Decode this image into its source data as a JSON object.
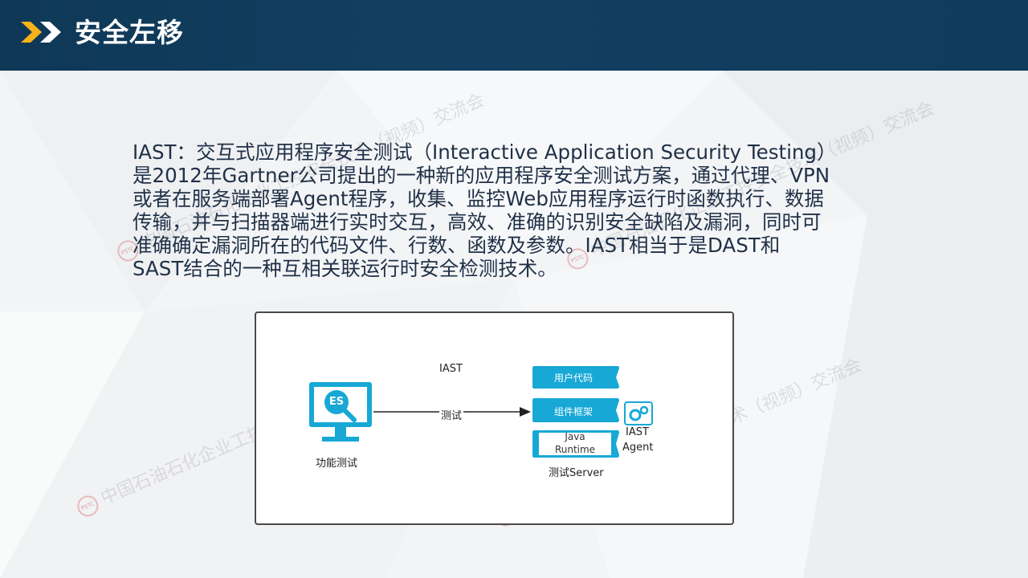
{
  "header": {
    "title": "安全左移",
    "accent_color": "#f6b21a",
    "bg_color": "#123f61"
  },
  "body": {
    "lines": [
      "IAST：交互式应用程序安全测试（Interactive Application Security Testing）",
      "是2012年Gartner公司提出的一种新的应用程序安全测试方案，通过代理、VPN",
      "或者在服务端部署Agent程序，收集、监控Web应用程序运行时函数执行、数据",
      "传输，并与扫描器端进行实时交互，高效、准确的识别安全缺陷及漏洞，同时可",
      "准确确定漏洞所在的代码文件、行数、函数及参数。IAST相当于是DAST和",
      "SAST结合的一种互相关联运行时安全检测技术。"
    ]
  },
  "diagram": {
    "monitor_badge": "ES",
    "monitor_label": "功能测试",
    "arrow_label": "测试",
    "iast_label": "IAST",
    "box_user_code": "用户代码",
    "box_framework": "组件框架",
    "runtime_line1": "Java",
    "runtime_line2": "Runtime",
    "agent_line1": "IAST",
    "agent_line2": "Agent",
    "server_label": "测试Server",
    "accent_color": "#17a8d6"
  },
  "watermark": {
    "text": "中国石油石化企业工控安全技术（视频）交流会",
    "logo": "PSTC"
  }
}
